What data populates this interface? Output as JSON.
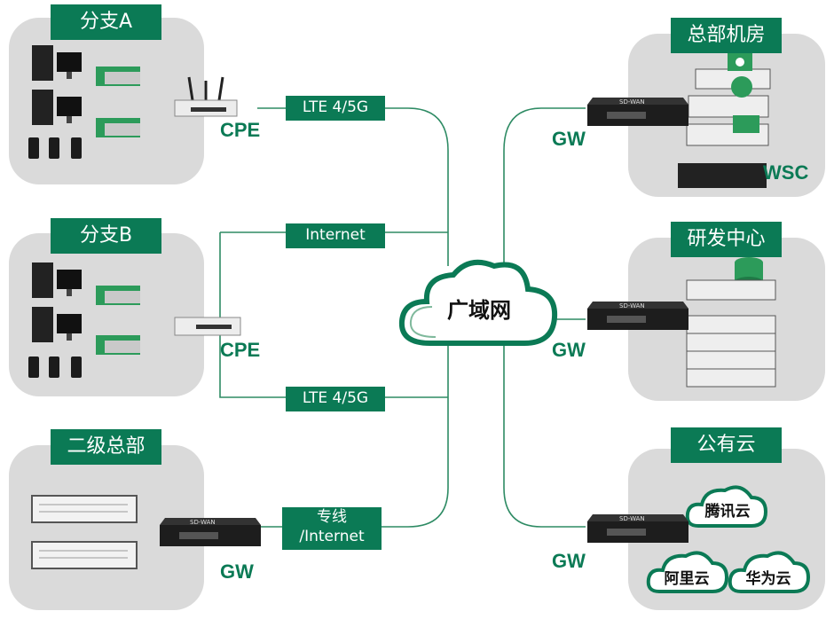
{
  "sites": {
    "branch_a": {
      "title": "分支A",
      "device_label": "CPE"
    },
    "branch_b": {
      "title": "分支B",
      "device_label": "CPE"
    },
    "sub_hq": {
      "title": "二级总部",
      "device_label": "GW"
    },
    "hq_room": {
      "title": "总部机房",
      "device_label": "GW",
      "controller_label": "WSC"
    },
    "rnd": {
      "title": "研发中心",
      "device_label": "GW"
    },
    "public_cloud": {
      "title": "公有云",
      "device_label": "GW",
      "clouds": [
        "腾讯云",
        "阿里云",
        "华为云"
      ]
    }
  },
  "links": {
    "a_lte": "LTE 4/5G",
    "b_internet": "Internet",
    "b_lte": "LTE 4/5G",
    "sub_line1": "专线",
    "sub_line2": "/Internet"
  },
  "wan": {
    "label": "广域网"
  },
  "device_texts": {
    "sdwan": "SD-WAN"
  },
  "colors": {
    "accent": "#0b7a55",
    "panel": "#dadada"
  }
}
